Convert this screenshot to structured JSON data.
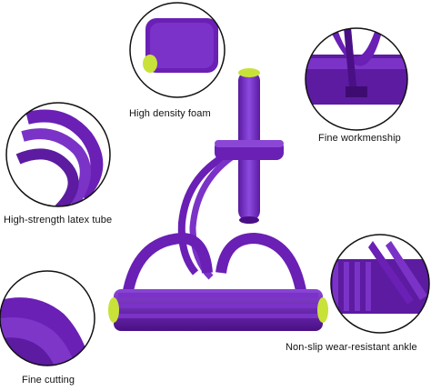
{
  "labels": {
    "foam": "High  density foam",
    "workmanship": "Fine workmenship",
    "latex": "High-strength latex tube",
    "ankle": "Non-slip wear-resistant ankle",
    "cutting": "Fine cutting"
  },
  "colors": {
    "purple": "#6a1fb5",
    "purple_dark": "#4a0f85",
    "purple_light": "#8b46d6",
    "yellow_green": "#c8e23a",
    "circle_stroke": "#111111"
  }
}
